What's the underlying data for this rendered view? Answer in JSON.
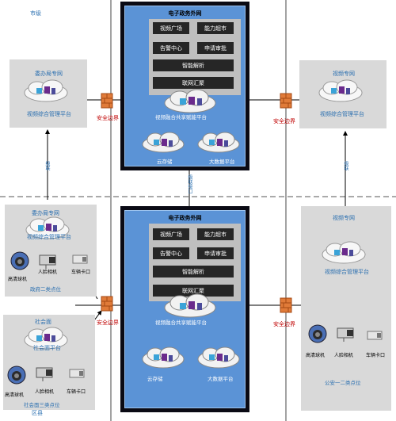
{
  "labels": {
    "city_level": "市级",
    "district_level": "区县",
    "boundary_label": "级联接口",
    "cascade_left_top": "级联",
    "cascade_right_top": "级联"
  },
  "top_center": {
    "title": "电子政务外网",
    "buttons": [
      "视频广场",
      "能力超市",
      "告警中心",
      "申请审批",
      "智能解析",
      "联网汇聚"
    ],
    "platform": "视频融合共享赋能平台",
    "storage": "云存储",
    "bigdata": "大数据平台"
  },
  "bottom_center": {
    "title": "电子政务外网",
    "buttons": [
      "视频广场",
      "能力超市",
      "告警中心",
      "申请审批",
      "智能解析",
      "联网汇聚"
    ],
    "platform": "视频融合共享赋能平台",
    "storage": "云存储",
    "bigdata": "大数据平台"
  },
  "top_left": {
    "net": "委办局专网",
    "platform": "视频综合管理平台",
    "border": "安全边界"
  },
  "top_right": {
    "net": "视频专网",
    "platform": "视频综合管理平台",
    "border": "安全边界"
  },
  "bottom_left_a": {
    "net": "委办局专网",
    "platform": "视频综合管理平台",
    "cam1": "高清球机",
    "cam2": "人脸相机",
    "cam3": "车辆卡口",
    "footer": "政府二类点位"
  },
  "bottom_left_b": {
    "net": "社会面",
    "platform": "社会面平台",
    "cam1": "高清球机",
    "cam2": "人脸相机",
    "cam3": "车辆卡口",
    "footer": "社会面三类点位"
  },
  "bottom_left_border": "安全边界",
  "bottom_right": {
    "net": "视频专网",
    "platform": "视频综合管理平台",
    "border": "安全边界",
    "cam1": "高清球机",
    "cam2": "人脸相机",
    "cam3": "车辆卡口",
    "footer": "公安一二类点位"
  }
}
